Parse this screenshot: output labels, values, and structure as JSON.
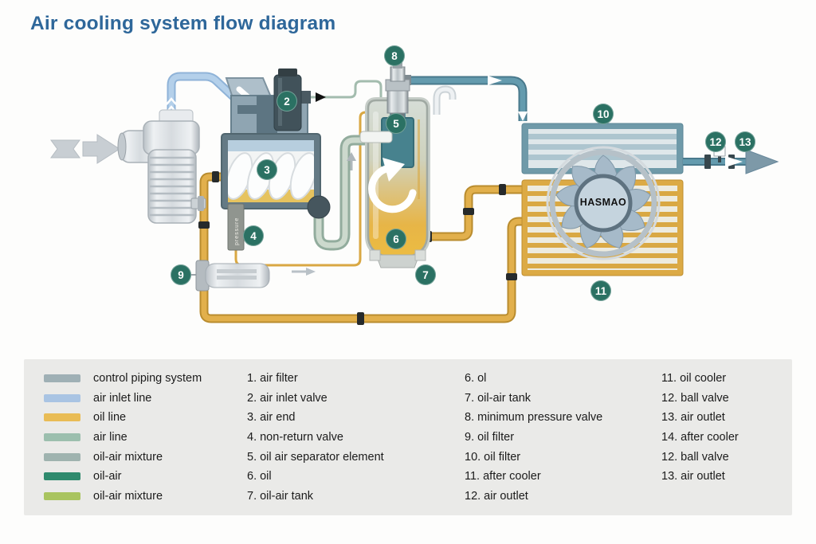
{
  "title": "Air cooling system flow diagram",
  "diagram": {
    "fan_brand": "HASMAO",
    "valve_text": "pressure",
    "badges": [
      "2",
      "3",
      "4",
      "5",
      "6",
      "7",
      "8",
      "9",
      "10",
      "11",
      "12",
      "13"
    ]
  },
  "legend": {
    "swatches": [
      {
        "label": "control piping system",
        "color": "#9fb0b5"
      },
      {
        "label": "air inlet line",
        "color": "#a9c4e3"
      },
      {
        "label": "oil line",
        "color": "#e9bc55"
      },
      {
        "label": "air line",
        "color": "#9cbfae"
      },
      {
        "label": "oil-air mixture",
        "color": "#9fb3af"
      },
      {
        "label": "oil-air",
        "color": "#2f8a6d"
      },
      {
        "label": "oil-air mixture",
        "color": "#a9c45f"
      }
    ],
    "col2": [
      "1. air filter",
      "2. air inlet valve",
      "3. air end",
      "4. non-return valve",
      "5. oil air separator element",
      "6. oil",
      "7. oil-air tank"
    ],
    "col3": [
      "6. ol",
      "7. oil-air tank",
      "8. minimum pressure valve",
      "9. oil filter",
      "10. oil filter",
      "11. after cooler",
      "12. air outlet"
    ],
    "col4": [
      "11. oil cooler",
      "12. ball valve",
      "13. air outlet",
      "14. after cooler",
      "12. ball valve",
      "13. air outlet"
    ]
  }
}
